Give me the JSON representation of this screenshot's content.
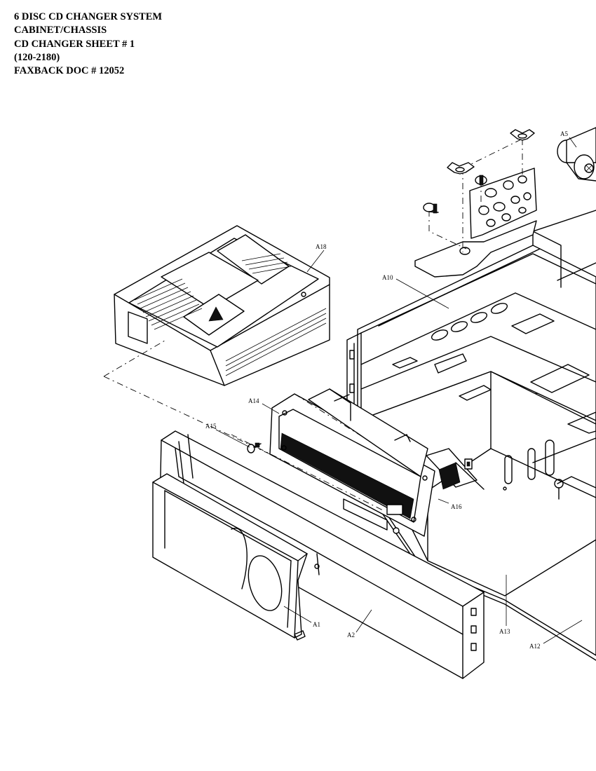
{
  "header": {
    "line1": "6 DISC CD CHANGER SYSTEM",
    "line2": "CABINET/CHASSIS",
    "line3": "CD CHANGER SHEET # 1",
    "line4": "(120-2180)",
    "line5": "FAXBACK DOC # 12052"
  },
  "callouts": {
    "a5": "A5",
    "a18": "A18",
    "a10": "A10",
    "a14": "A14",
    "a15": "A15",
    "a16": "A16",
    "a1": "A1",
    "a2": "A2",
    "a13": "A13",
    "a12": "A12"
  }
}
